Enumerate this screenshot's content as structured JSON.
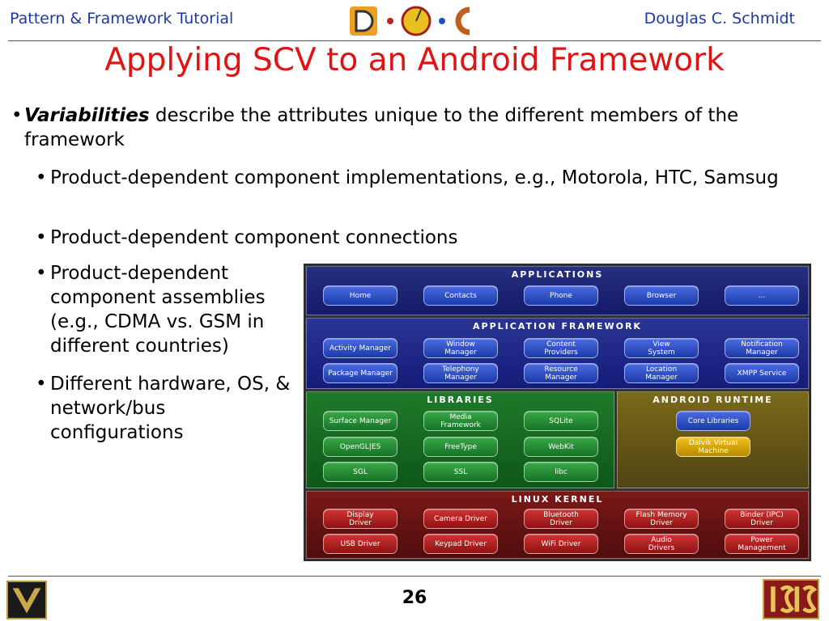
{
  "header": {
    "left": "Pattern & Framework Tutorial",
    "right": "Douglas C. Schmidt"
  },
  "title": "Applying SCV to an Android Framework",
  "bullet_main": {
    "dot": "•",
    "emphasis": "Variabilities",
    "text": " describe the attributes unique to the different members of the framework"
  },
  "sub_bullets": [
    "Product-dependent component implementations, e.g., Motorola, HTC, Samsug",
    "Product-dependent component connections",
    "Product-dependent component assemblies (e.g., CDMA vs. GSM in different countries)",
    "Different hardware, OS, & network/bus configurations"
  ],
  "sub_dot": "•",
  "diagram": {
    "applications": {
      "title": "APPLICATIONS",
      "items": [
        "Home",
        "Contacts",
        "Phone",
        "Browser",
        "..."
      ]
    },
    "framework": {
      "title": "APPLICATION FRAMEWORK",
      "items": [
        "Activity Manager",
        "Window\nManager",
        "Content\nProviders",
        "View\nSystem",
        "Notification\nManager",
        "Package Manager",
        "Telephony\nManager",
        "Resource\nManager",
        "Location\nManager",
        "XMPP Service"
      ]
    },
    "libraries": {
      "title": "LIBRARIES",
      "items": [
        "Surface Manager",
        "Media\nFramework",
        "SQLite",
        "OpenGL|ES",
        "FreeType",
        "WebKit",
        "SGL",
        "SSL",
        "libc"
      ]
    },
    "runtime": {
      "title": "ANDROID RUNTIME",
      "items": [
        "Core Libraries",
        "Dalvik Virtual\nMachine"
      ]
    },
    "kernel": {
      "title": "LINUX KERNEL",
      "items": [
        "Display\nDriver",
        "Camera Driver",
        "Bluetooth\nDriver",
        "Flash Memory\nDriver",
        "Binder (IPC)\nDriver",
        "USB Driver",
        "Keypad Driver",
        "WiFi Driver",
        "Audio\nDrivers",
        "Power\nManagement"
      ]
    }
  },
  "footer": {
    "page_number": "26"
  },
  "colors": {
    "header_text": "#1f3a9e",
    "title": "#e01414",
    "applications_layer": "#1b2276",
    "framework_layer": "#1e2788",
    "libraries_layer": "#176a22",
    "runtime_layer": "#6b5a17",
    "kernel_layer": "#6a1212"
  }
}
